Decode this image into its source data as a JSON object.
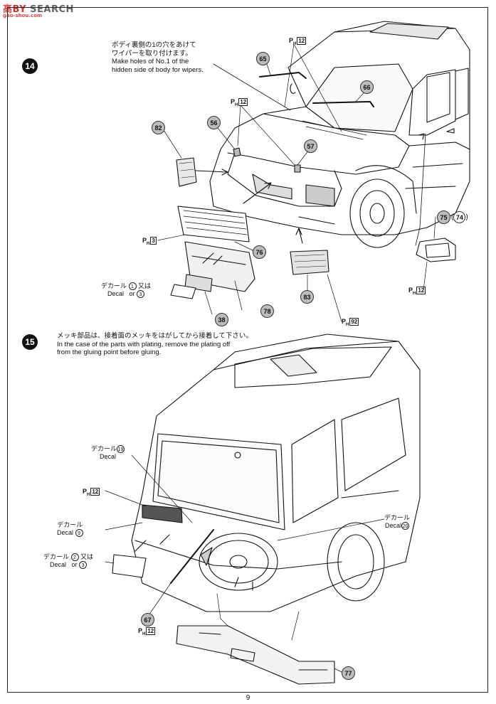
{
  "watermark": {
    "brand_a": "高",
    "brand_b": "BY",
    "brand_c": "SEARCH",
    "site": "gao-shou.com"
  },
  "steps": [
    {
      "number": "14",
      "note": "ボディ裏側の1の穴をあけて\nワイパーを取り付けます。\nMake holes of No.1 of the\nhidden side of body for wipers."
    },
    {
      "number": "15",
      "note": "メッキ部品は、接着面のメッキをはがしてから接着して下さい。\nIn the case of the parts with plating, remove the plating off\nfrom the gluing point before gluing."
    }
  ],
  "parts": [
    "65",
    "66",
    "82",
    "56",
    "57",
    "75",
    "74",
    "76",
    "83",
    "78",
    "38",
    "67",
    "77"
  ],
  "ph": {
    "prefix": "P",
    "sub": "H",
    "codes": [
      "12",
      "12",
      "3",
      "12",
      "92",
      "12",
      "12"
    ]
  },
  "decals": {
    "label_jp": "デカール",
    "label_en": "Decal",
    "or_jp": "又は",
    "or_en": "or",
    "n1": "1",
    "n3": "3",
    "n19": "19",
    "n9": "9",
    "n2": "2",
    "n3b": "3",
    "n20": "20"
  },
  "page_number": "9"
}
